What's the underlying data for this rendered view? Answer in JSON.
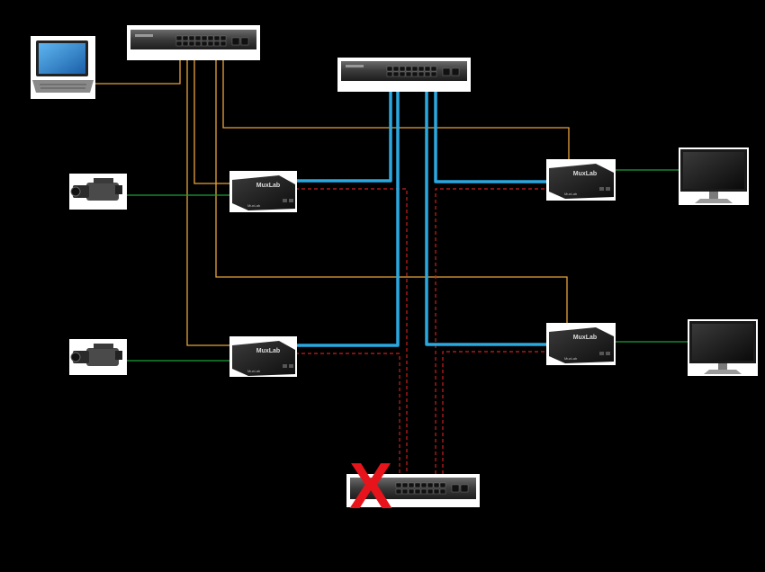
{
  "diagram": {
    "colors": {
      "background": "#000000",
      "control_link": "#e8a33a",
      "video_link": "#1f9e3a",
      "fiber_link": "#2aa8e0",
      "backup_link": "#cc1f1f",
      "failure_mark": "#e8141b",
      "device_white_panel": "#ffffff"
    },
    "devices": {
      "encoders": {
        "brand": "MuxLab",
        "brand_small": "MuxLab"
      },
      "decoders": {
        "brand": "MuxLab",
        "brand_small": "MuxLab"
      }
    },
    "failure_marker": {
      "glyph": "X",
      "meaning": "switch-failure-icon"
    }
  }
}
